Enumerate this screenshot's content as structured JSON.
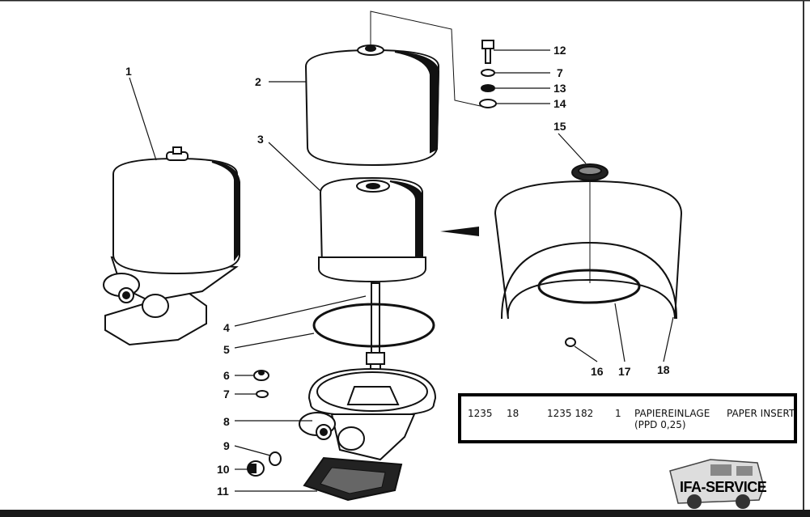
{
  "labels": [
    "1",
    "2",
    "3",
    "4",
    "5",
    "6",
    "7",
    "8",
    "9",
    "10",
    "11",
    "12",
    "7",
    "13",
    "14",
    "15",
    "16",
    "17",
    "18"
  ],
  "parts_table": {
    "col1": "1235",
    "col2": "18",
    "col3": "1235 182",
    "col4": "1",
    "name_de": "PAPIEREINLAGE",
    "name_en": "PAPER INSERT",
    "note": "(PPD 0,25)"
  },
  "logo_text": "IFA-SERVICE"
}
